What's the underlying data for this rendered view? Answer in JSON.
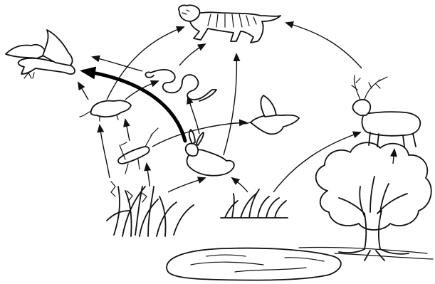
{
  "diagram": {
    "type": "food-web-illustration",
    "organisms": [
      {
        "id": "tiger",
        "icon": "tiger-icon"
      },
      {
        "id": "eagle",
        "icon": "eagle-icon"
      },
      {
        "id": "snake",
        "icon": "snake-icon"
      },
      {
        "id": "bird",
        "icon": "bird-icon"
      },
      {
        "id": "rat",
        "icon": "rat-icon"
      },
      {
        "id": "grasshopper",
        "icon": "grasshopper-icon"
      },
      {
        "id": "rabbit",
        "icon": "rabbit-icon"
      },
      {
        "id": "deer",
        "icon": "deer-icon"
      },
      {
        "id": "grass-left",
        "icon": "grass-icon"
      },
      {
        "id": "grass-middle",
        "icon": "grass-icon"
      },
      {
        "id": "tree",
        "icon": "tree-icon"
      },
      {
        "id": "pond",
        "icon": "pond-icon"
      }
    ],
    "links": [
      {
        "from": "grass-left",
        "to": "rat"
      },
      {
        "from": "grass-left",
        "to": "grasshopper"
      },
      {
        "from": "grass-left",
        "to": "rabbit"
      },
      {
        "from": "grass-middle",
        "to": "rabbit"
      },
      {
        "from": "grass-middle",
        "to": "deer"
      },
      {
        "from": "tree",
        "to": "deer"
      },
      {
        "from": "grasshopper",
        "to": "rat"
      },
      {
        "from": "grasshopper",
        "to": "bird"
      },
      {
        "from": "rat",
        "to": "eagle"
      },
      {
        "from": "rat",
        "to": "snake"
      },
      {
        "from": "rat",
        "to": "tiger"
      },
      {
        "from": "snake",
        "to": "eagle"
      },
      {
        "from": "snake",
        "to": "tiger"
      },
      {
        "from": "rabbit",
        "to": "snake"
      },
      {
        "from": "rabbit",
        "to": "tiger"
      },
      {
        "from": "rabbit",
        "to": "eagle",
        "emphasis": "bold"
      },
      {
        "from": "deer",
        "to": "tiger"
      }
    ],
    "colors": {
      "ink": "#111111",
      "background": "#ffffff"
    }
  }
}
